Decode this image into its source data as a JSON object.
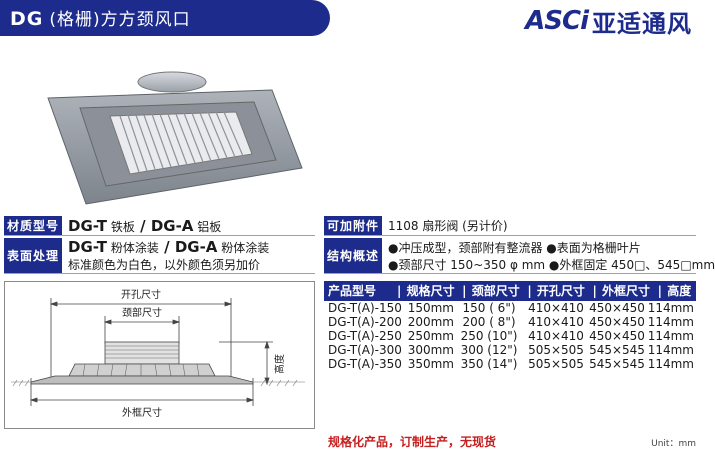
{
  "header": {
    "code": "DG",
    "title_cn": "(格栅)方方颈风口",
    "brand_logo": "ASCi",
    "brand_name": "亚适通风"
  },
  "rows": {
    "material": {
      "label": "材质型号",
      "t_code": "DG-T",
      "t_text": "铁板",
      "sep": " / ",
      "a_code": "DG-A",
      "a_text": "铝板"
    },
    "surface": {
      "label": "表面处理",
      "t_code": "DG-T",
      "t_text": "粉体涂装",
      "sep": " / ",
      "a_code": "DG-A",
      "a_text": "粉体涂装",
      "line2": "标准颜色为白色，以外颜色须另加价"
    },
    "addon": {
      "label": "可加附件",
      "text": "1108 扇形阀 (另计价)"
    },
    "structure": {
      "label": "结构概述",
      "line1": "●冲压成型，颈部附有整流器  ●表面为格栅叶片",
      "line2": "●颈部尺寸 150~350 φ mm  ●外框固定 450□、545□mm"
    }
  },
  "drawing": {
    "open_size": "开孔尺寸",
    "neck_size": "颈部尺寸",
    "outer_size": "外框尺寸",
    "height": "高度"
  },
  "spec": {
    "headers": [
      "产品型号",
      "规格尺寸",
      "颈部尺寸",
      "开孔尺寸",
      "外框尺寸",
      "高度"
    ],
    "rows": [
      [
        "DG-T(A)-150",
        "150mm",
        "150 ( 6\")",
        "410×410",
        "450×450",
        "114mm"
      ],
      [
        "DG-T(A)-200",
        "200mm",
        "200 ( 8\")",
        "410×410",
        "450×450",
        "114mm"
      ],
      [
        "DG-T(A)-250",
        "250mm",
        "250 (10\")",
        "410×410",
        "450×450",
        "114mm"
      ],
      [
        "DG-T(A)-300",
        "300mm",
        "300 (12\")",
        "505×505",
        "545×545",
        "114mm"
      ],
      [
        "DG-T(A)-350",
        "350mm",
        "350 (14\")",
        "505×505",
        "545×545",
        "114mm"
      ]
    ]
  },
  "footer": {
    "note": "规格化产品，订制生产，无现货",
    "unit": "Unit：mm"
  },
  "colors": {
    "brand_navy": "#1d2c8c",
    "footer_red": "#c4201f"
  }
}
